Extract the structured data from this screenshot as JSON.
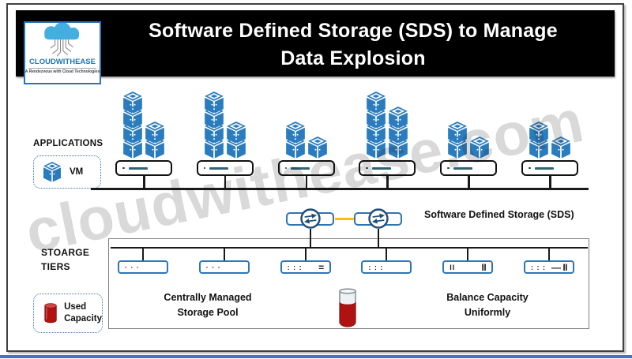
{
  "page": {
    "watermark": "cloudwithease.com"
  },
  "header": {
    "title_line1": "Software Defined Storage (SDS) to Manage",
    "title_line2": "Data Explosion",
    "logo": {
      "name": "CLOUDWITHEASE",
      "tagline": "A Rendezvous with Cloud Technologies"
    }
  },
  "applications": {
    "section_label": "APPLICATIONS",
    "vm_legend_label": "VM",
    "servers": [
      {
        "vm_columns": [
          4,
          2
        ]
      },
      {
        "vm_columns": [
          4,
          2
        ]
      },
      {
        "vm_columns": [
          2,
          1
        ]
      },
      {
        "vm_columns": [
          4,
          3
        ]
      },
      {
        "vm_columns": [
          2,
          1
        ]
      },
      {
        "vm_columns": [
          2,
          1
        ]
      }
    ]
  },
  "sds": {
    "label": "Software Defined Storage (SDS)"
  },
  "storage": {
    "section_label_line1": "STOARGE",
    "section_label_line2": "TIERS",
    "used_capacity_line1": "Used",
    "used_capacity_line2": "Capacity",
    "caption_left_line1": "Centrally Managed",
    "caption_left_line2": "Storage Pool",
    "caption_right_line1": "Balance Capacity",
    "caption_right_line2": "Uniformly",
    "devices": [
      {
        "glyph_left": "· · ·",
        "glyph_right": ""
      },
      {
        "glyph_left": "· · ·",
        "glyph_right": ""
      },
      {
        "glyph_left": ": : :",
        "glyph_right": "="
      },
      {
        "glyph_left": ": : :",
        "glyph_right": ""
      },
      {
        "glyph_left": "II",
        "glyph_right": "II"
      },
      {
        "glyph_left": ": : :",
        "glyph_right": "— II"
      }
    ]
  },
  "colors": {
    "cube_blue": "#2B7CBE",
    "device_border_blue": "#2E75B6",
    "sds_connector_yellow": "#FFC000",
    "used_capacity_red": "#B01212",
    "logo_cloud_blue": "#45AEE0",
    "logo_text_blue": "#1B75BB",
    "title_bg": "#000000",
    "title_fg": "#FFFFFF"
  }
}
